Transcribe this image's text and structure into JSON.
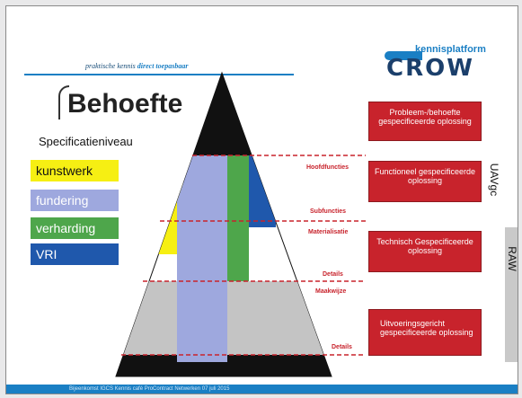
{
  "header": {
    "tagline_prefix": "praktische kennis ",
    "tagline_accent": "direct toepasbaar",
    "logo_top": "kennisplatform",
    "logo_main": "CROW"
  },
  "slide": {
    "title": "Behoefte",
    "subtitle": "Specificatieniveau"
  },
  "legend": [
    {
      "label": "kunstwerk",
      "color": "#f6ef13",
      "text_color": "#111111"
    },
    {
      "label": "fundering",
      "color": "#9ea8de",
      "text_color": "#ffffff"
    },
    {
      "label": "verharding",
      "color": "#4ea64b",
      "text_color": "#ffffff"
    },
    {
      "label": "VRI",
      "color": "#1f58ac",
      "text_color": "#ffffff"
    }
  ],
  "side_labels": {
    "hoofdfuncties": "Hoofdfuncties",
    "subfuncties": "Subfuncties",
    "materialisatie": "Materialisatie",
    "details1": "Details",
    "maakwijze": "Maakwijze",
    "details2": "Details"
  },
  "boxes": [
    {
      "text": "Probleem-/behoefte gespecificeerde oplossing"
    },
    {
      "text": "Functioneel gespecificeerde oplossing"
    },
    {
      "text": "Technisch Gespecificeerde oplossing"
    },
    {
      "text": "Uitvoeringsgericht gespecificeerde oplossing"
    }
  ],
  "vertical_labels": {
    "uavgc": "UAVgc",
    "raw": "RAW"
  },
  "colors": {
    "accent_blue": "#1a7fc4",
    "red": "#c8232c",
    "dashed_red": "#c8232c",
    "pyramid_black": "#111111",
    "pyramid_gray": "#c4c4c4"
  },
  "footer": {
    "text": "Bijeenkomst IGCS Kennis café ProContract Netwerken 07 juli 2015"
  }
}
